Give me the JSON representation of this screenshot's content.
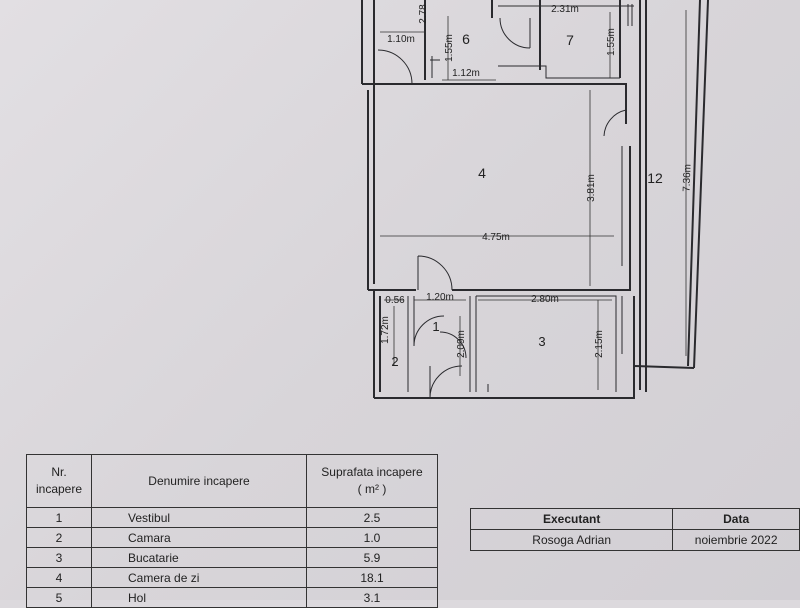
{
  "plan": {
    "rooms": {
      "r1": "1",
      "r2": "2",
      "r3": "3",
      "r4": "4",
      "r6": "6",
      "r7": "7",
      "r12": "12"
    },
    "dims": {
      "d_110": "1.10m",
      "d_155a": "1.55m",
      "d_278": "2.78",
      "d_112": "1.12m",
      "d_231": "2.31m",
      "d_155b": "1.55m",
      "d_381": "3.81m",
      "d_475": "4.75m",
      "d_736": "7.36m",
      "d_056": "0.56",
      "d_120": "1.20m",
      "d_280": "2.80m",
      "d_172": "1.72m",
      "d_209": "2.09m",
      "d_215": "2.15m"
    }
  },
  "room_table": {
    "headers": {
      "nr": "Nr. incapere",
      "name": "Denumire incapere",
      "area": "Suprafata incapere",
      "unit": "( m² )"
    },
    "rows": [
      {
        "nr": "1",
        "name": "Vestibul",
        "area": "2.5"
      },
      {
        "nr": "2",
        "name": "Camara",
        "area": "1.0"
      },
      {
        "nr": "3",
        "name": "Bucatarie",
        "area": "5.9"
      },
      {
        "nr": "4",
        "name": "Camera de zi",
        "area": "18.1"
      },
      {
        "nr": "5",
        "name": "Hol",
        "area": "3.1"
      }
    ]
  },
  "executor": {
    "h_exec": "Executant",
    "h_date": "Data",
    "exec": "Rosoga Adrian",
    "date": "noiembrie 2022"
  }
}
